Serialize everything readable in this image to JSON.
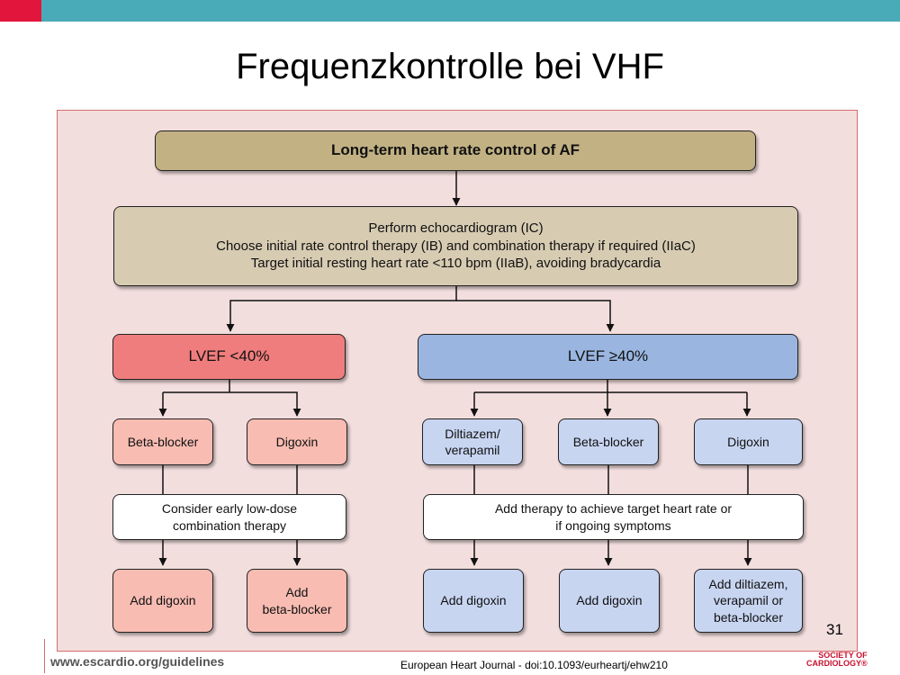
{
  "slide": {
    "title": "Frequenzkontrolle bei VHF",
    "page_number": "31",
    "footer_url": "www.escardio.org/guidelines",
    "footer_journal": "European Heart Journal - doi:10.1093/eurheartj/ehw210",
    "logo_text": "SOCIETY OF\nCARDIOLOGY®"
  },
  "colors": {
    "top_bar": "#4aabb8",
    "top_bar_accent": "#e2153c",
    "panel_bg": "#f3dede",
    "panel_border": "#d66d6d"
  },
  "flowchart": {
    "root": "Long-term heart rate control of AF",
    "step1": "Perform echocardiogram (IC)\nChoose initial rate control therapy (IB) and combination therapy if required (IIaC)\nTarget initial resting heart rate <110 bpm (IIaB), avoiding bradycardia",
    "left": {
      "header": "LVEF <40%",
      "drugs": [
        "Beta-blocker",
        "Digoxin"
      ],
      "middle": "Consider early low-dose\ncombination therapy",
      "adds": [
        "Add digoxin",
        "Add\nbeta-blocker"
      ]
    },
    "right": {
      "header": "LVEF ≥40%",
      "drugs": [
        "Diltiazem/\nverapamil",
        "Beta-blocker",
        "Digoxin"
      ],
      "middle": "Add therapy to achieve target heart rate or\nif ongoing symptoms",
      "adds": [
        "Add digoxin",
        "Add digoxin",
        "Add diltiazem,\nverapamil or\nbeta-blocker"
      ]
    }
  }
}
